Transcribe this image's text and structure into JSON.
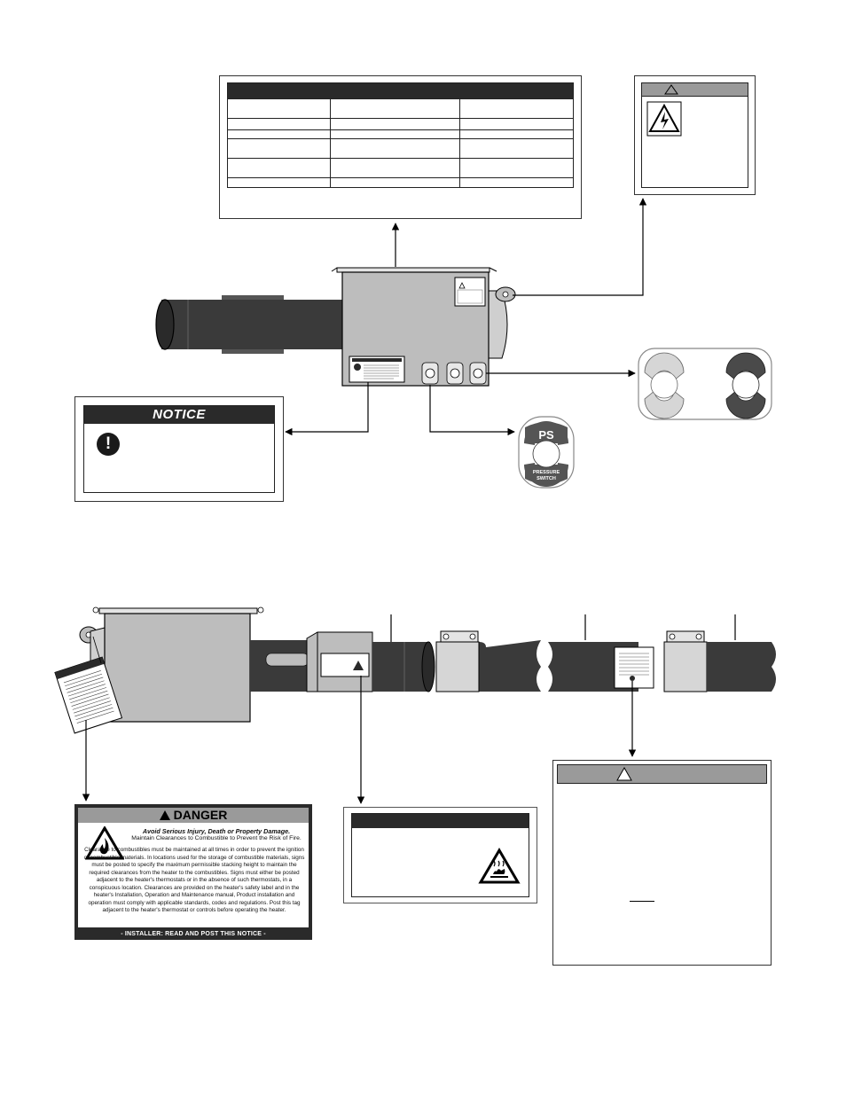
{
  "notice_label": {
    "title": "NOTICE"
  },
  "danger_label": {
    "title": "DANGER",
    "headline": "Avoid Serious Injury, Death or Property Damage.",
    "subline": "Maintain Clearances to Combustible to Prevent the Risk of Fire.",
    "body": "Clearance to combustibles must be maintained at all times in order to prevent the ignition of combustible materials. In locations used for the storage of combustible materials, signs must be posted to specify the maximum permissible stacking height to maintain the required clearances from the heater to the combustibles. Signs must either be posted adjacent to the heater's thermostats or in the absence of such thermostats, in a conspicuous location. Clearances are provided on the heater's safety label and in the heater's Installation, Operation and Maintenance manual, Product installation and operation must comply with applicable standards, codes and regulations. Post this tag adjacent to the heater's thermostat or controls before operating the heater.",
    "footer": "- INSTALLER: READ AND POST THIS NOTICE -"
  },
  "pressure_switch": {
    "abbr": "PS",
    "line1": "PRESSURE",
    "line2": "SWITCH"
  },
  "colors": {
    "dark": "#2a2a2a",
    "tube": "#3a3a3a",
    "box_fill": "#bdbdbd",
    "header_gray": "#9a9a9a",
    "light": "#d6d6d6"
  }
}
